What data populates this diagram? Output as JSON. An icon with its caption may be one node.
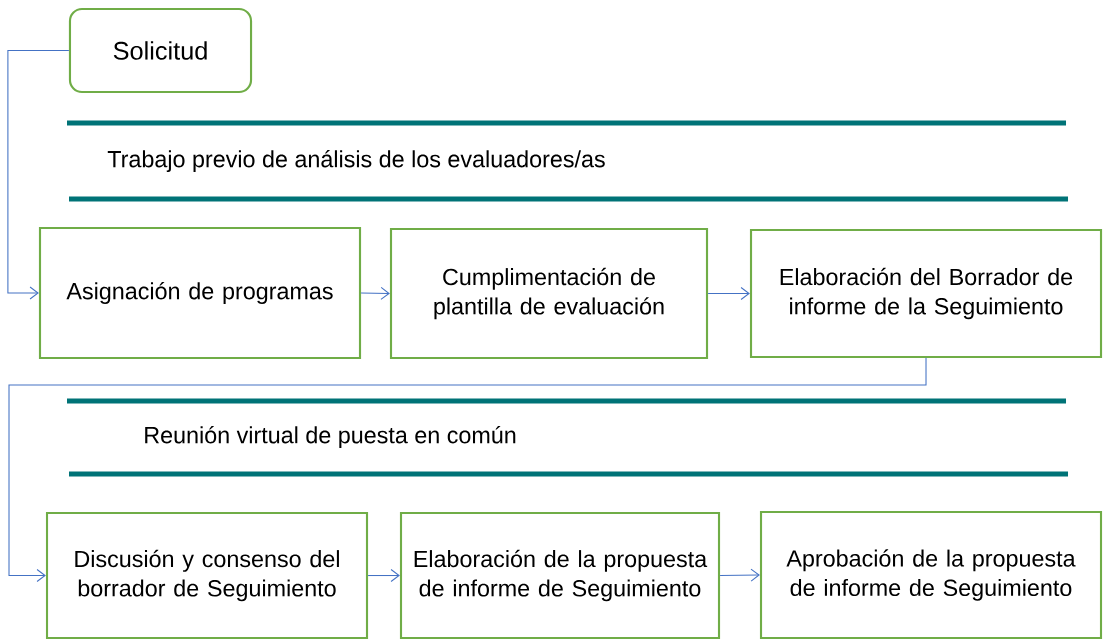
{
  "diagram": {
    "nodes": [
      {
        "text": [
          "Solicitud"
        ]
      },
      {
        "text": [
          "Asignación de programas"
        ]
      },
      {
        "text": [
          "Cumplimentación de plantilla de evaluación"
        ]
      },
      {
        "text": [
          "Elaboración del Borrador de informe de la Seguimiento"
        ]
      },
      {
        "text": [
          "Discusión y consenso del borrador de Seguimiento"
        ]
      },
      {
        "text": [
          "Elaboración de la propuesta de informe de Seguimiento"
        ]
      },
      {
        "text": [
          "Aprobación de la propuesta de  informe de Seguimiento"
        ]
      }
    ],
    "edges": [
      {
        "from": 0,
        "to": 1,
        "arrow": "to"
      },
      {
        "from": 1,
        "to": 2,
        "arrow": "to"
      },
      {
        "from": 2,
        "to": 3,
        "arrow": "to"
      },
      {
        "from": 3,
        "to": 4,
        "arrow": "to"
      },
      {
        "from": 4,
        "to": 5,
        "arrow": "to"
      },
      {
        "from": 5,
        "to": 6,
        "arrow": "to"
      }
    ],
    "labels": [
      "Trabajo previo de análisis de los evaluadores/as",
      "Reunión virtual de puesta en común"
    ]
  }
}
